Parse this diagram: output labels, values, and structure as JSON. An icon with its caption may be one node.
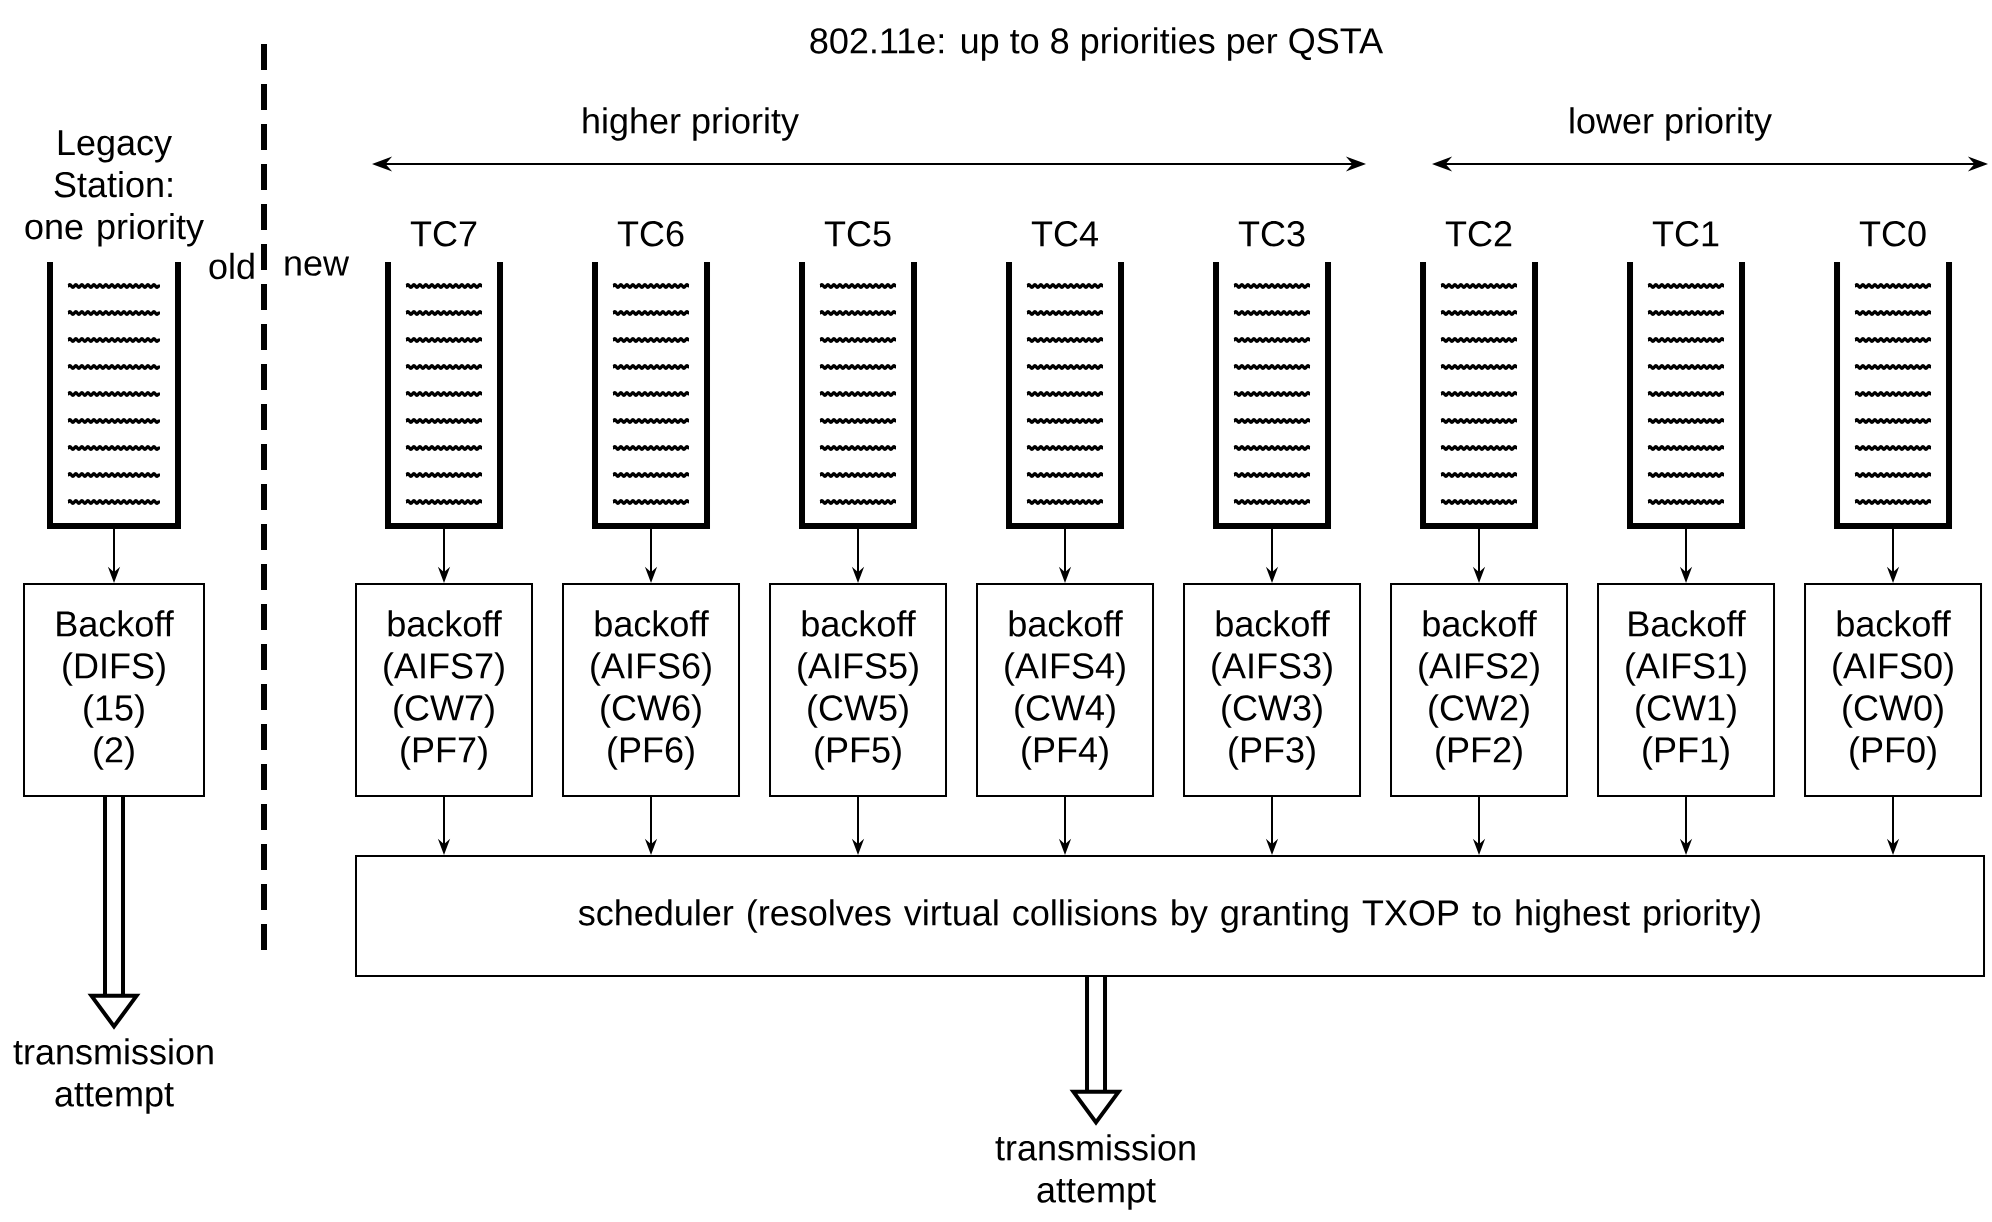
{
  "diagram": {
    "title": "802.11e: up to 8 priorities per QSTA",
    "nodes": [
      {
        "text": [
          "Legacy Station: one priority"
        ],
        "beside": [
          "old"
        ]
      },
      {
        "text": [
          "Backoff",
          "(DIFS)",
          "(15)",
          "(2)"
        ]
      },
      {
        "text": [
          "transmission attempt"
        ]
      },
      {
        "text": [
          "TC7"
        ],
        "beside": [
          "new"
        ]
      },
      {
        "text": [
          "TC6"
        ]
      },
      {
        "text": [
          "TC5"
        ]
      },
      {
        "text": [
          "TC4"
        ]
      },
      {
        "text": [
          "TC3"
        ]
      },
      {
        "text": [
          "TC2"
        ]
      },
      {
        "text": [
          "TC1"
        ]
      },
      {
        "text": [
          "TC0"
        ]
      },
      {
        "text": [
          "backoff",
          "(AIFS7)",
          "(CW7)",
          "(PF7)"
        ]
      },
      {
        "text": [
          "backoff",
          "(AIFS6)",
          "(CW6)",
          "(PF6)"
        ]
      },
      {
        "text": [
          "backoff",
          "(AIFS5)",
          "(CW5)",
          "(PF5)"
        ]
      },
      {
        "text": [
          "backoff",
          "(AIFS4)",
          "(CW4)",
          "(PF4)"
        ]
      },
      {
        "text": [
          "backoff",
          "(AIFS3)",
          "(CW3)",
          "(PF3)"
        ]
      },
      {
        "text": [
          "backoff",
          "(AIFS2)",
          "(CW2)",
          "(PF2)"
        ]
      },
      {
        "text": [
          "Backoff",
          "(AIFS1)",
          "(CW1)",
          "(PF1)"
        ]
      },
      {
        "text": [
          "backoff",
          "(AIFS0)",
          "(CW0)",
          "(PF0)"
        ]
      },
      {
        "text": [
          "scheduler (resolves virtual collisions by granting TXOP to highest priority)"
        ]
      },
      {
        "text": [
          "transmission attempt"
        ]
      }
    ],
    "edges": [
      {
        "from": 0,
        "to": 1,
        "arrow": "to"
      },
      {
        "from": 1,
        "to": 2,
        "arrow": "to",
        "style": "thick"
      },
      {
        "from": 3,
        "to": 11,
        "arrow": "to"
      },
      {
        "from": 4,
        "to": 12,
        "arrow": "to"
      },
      {
        "from": 5,
        "to": 13,
        "arrow": "to"
      },
      {
        "from": 6,
        "to": 14,
        "arrow": "to"
      },
      {
        "from": 7,
        "to": 15,
        "arrow": "to"
      },
      {
        "from": 8,
        "to": 16,
        "arrow": "to"
      },
      {
        "from": 9,
        "to": 17,
        "arrow": "to"
      },
      {
        "from": 10,
        "to": 18,
        "arrow": "to"
      },
      {
        "from": 11,
        "to": 19,
        "arrow": "to"
      },
      {
        "from": 12,
        "to": 19,
        "arrow": "to"
      },
      {
        "from": 13,
        "to": 19,
        "arrow": "to"
      },
      {
        "from": 14,
        "to": 19,
        "arrow": "to"
      },
      {
        "from": 15,
        "to": 19,
        "arrow": "to"
      },
      {
        "from": 16,
        "to": 19,
        "arrow": "to"
      },
      {
        "from": 17,
        "to": 19,
        "arrow": "to"
      },
      {
        "from": 18,
        "to": 19,
        "arrow": "to"
      },
      {
        "from": 19,
        "to": 20,
        "arrow": "to",
        "style": "thick"
      }
    ],
    "labels": [
      "higher priority",
      "lower priority"
    ]
  }
}
